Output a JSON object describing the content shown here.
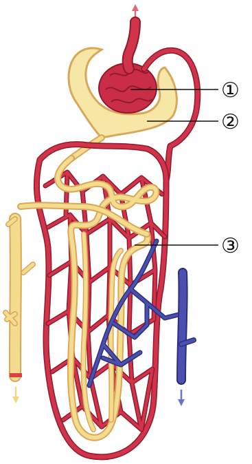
{
  "labels": [
    {
      "id": "label-1",
      "text": "①"
    },
    {
      "id": "label-2",
      "text": "②"
    },
    {
      "id": "label-3",
      "text": "③"
    }
  ],
  "colors": {
    "artery": "#d0334a",
    "vein": "#4a4fb0",
    "tubule": "#f3dc8e",
    "capsule": "#f6e7a6",
    "arrow_yellow": "#f2d77e",
    "arrow_red": "#e06a78",
    "arrow_blue": "#6d74c8"
  }
}
